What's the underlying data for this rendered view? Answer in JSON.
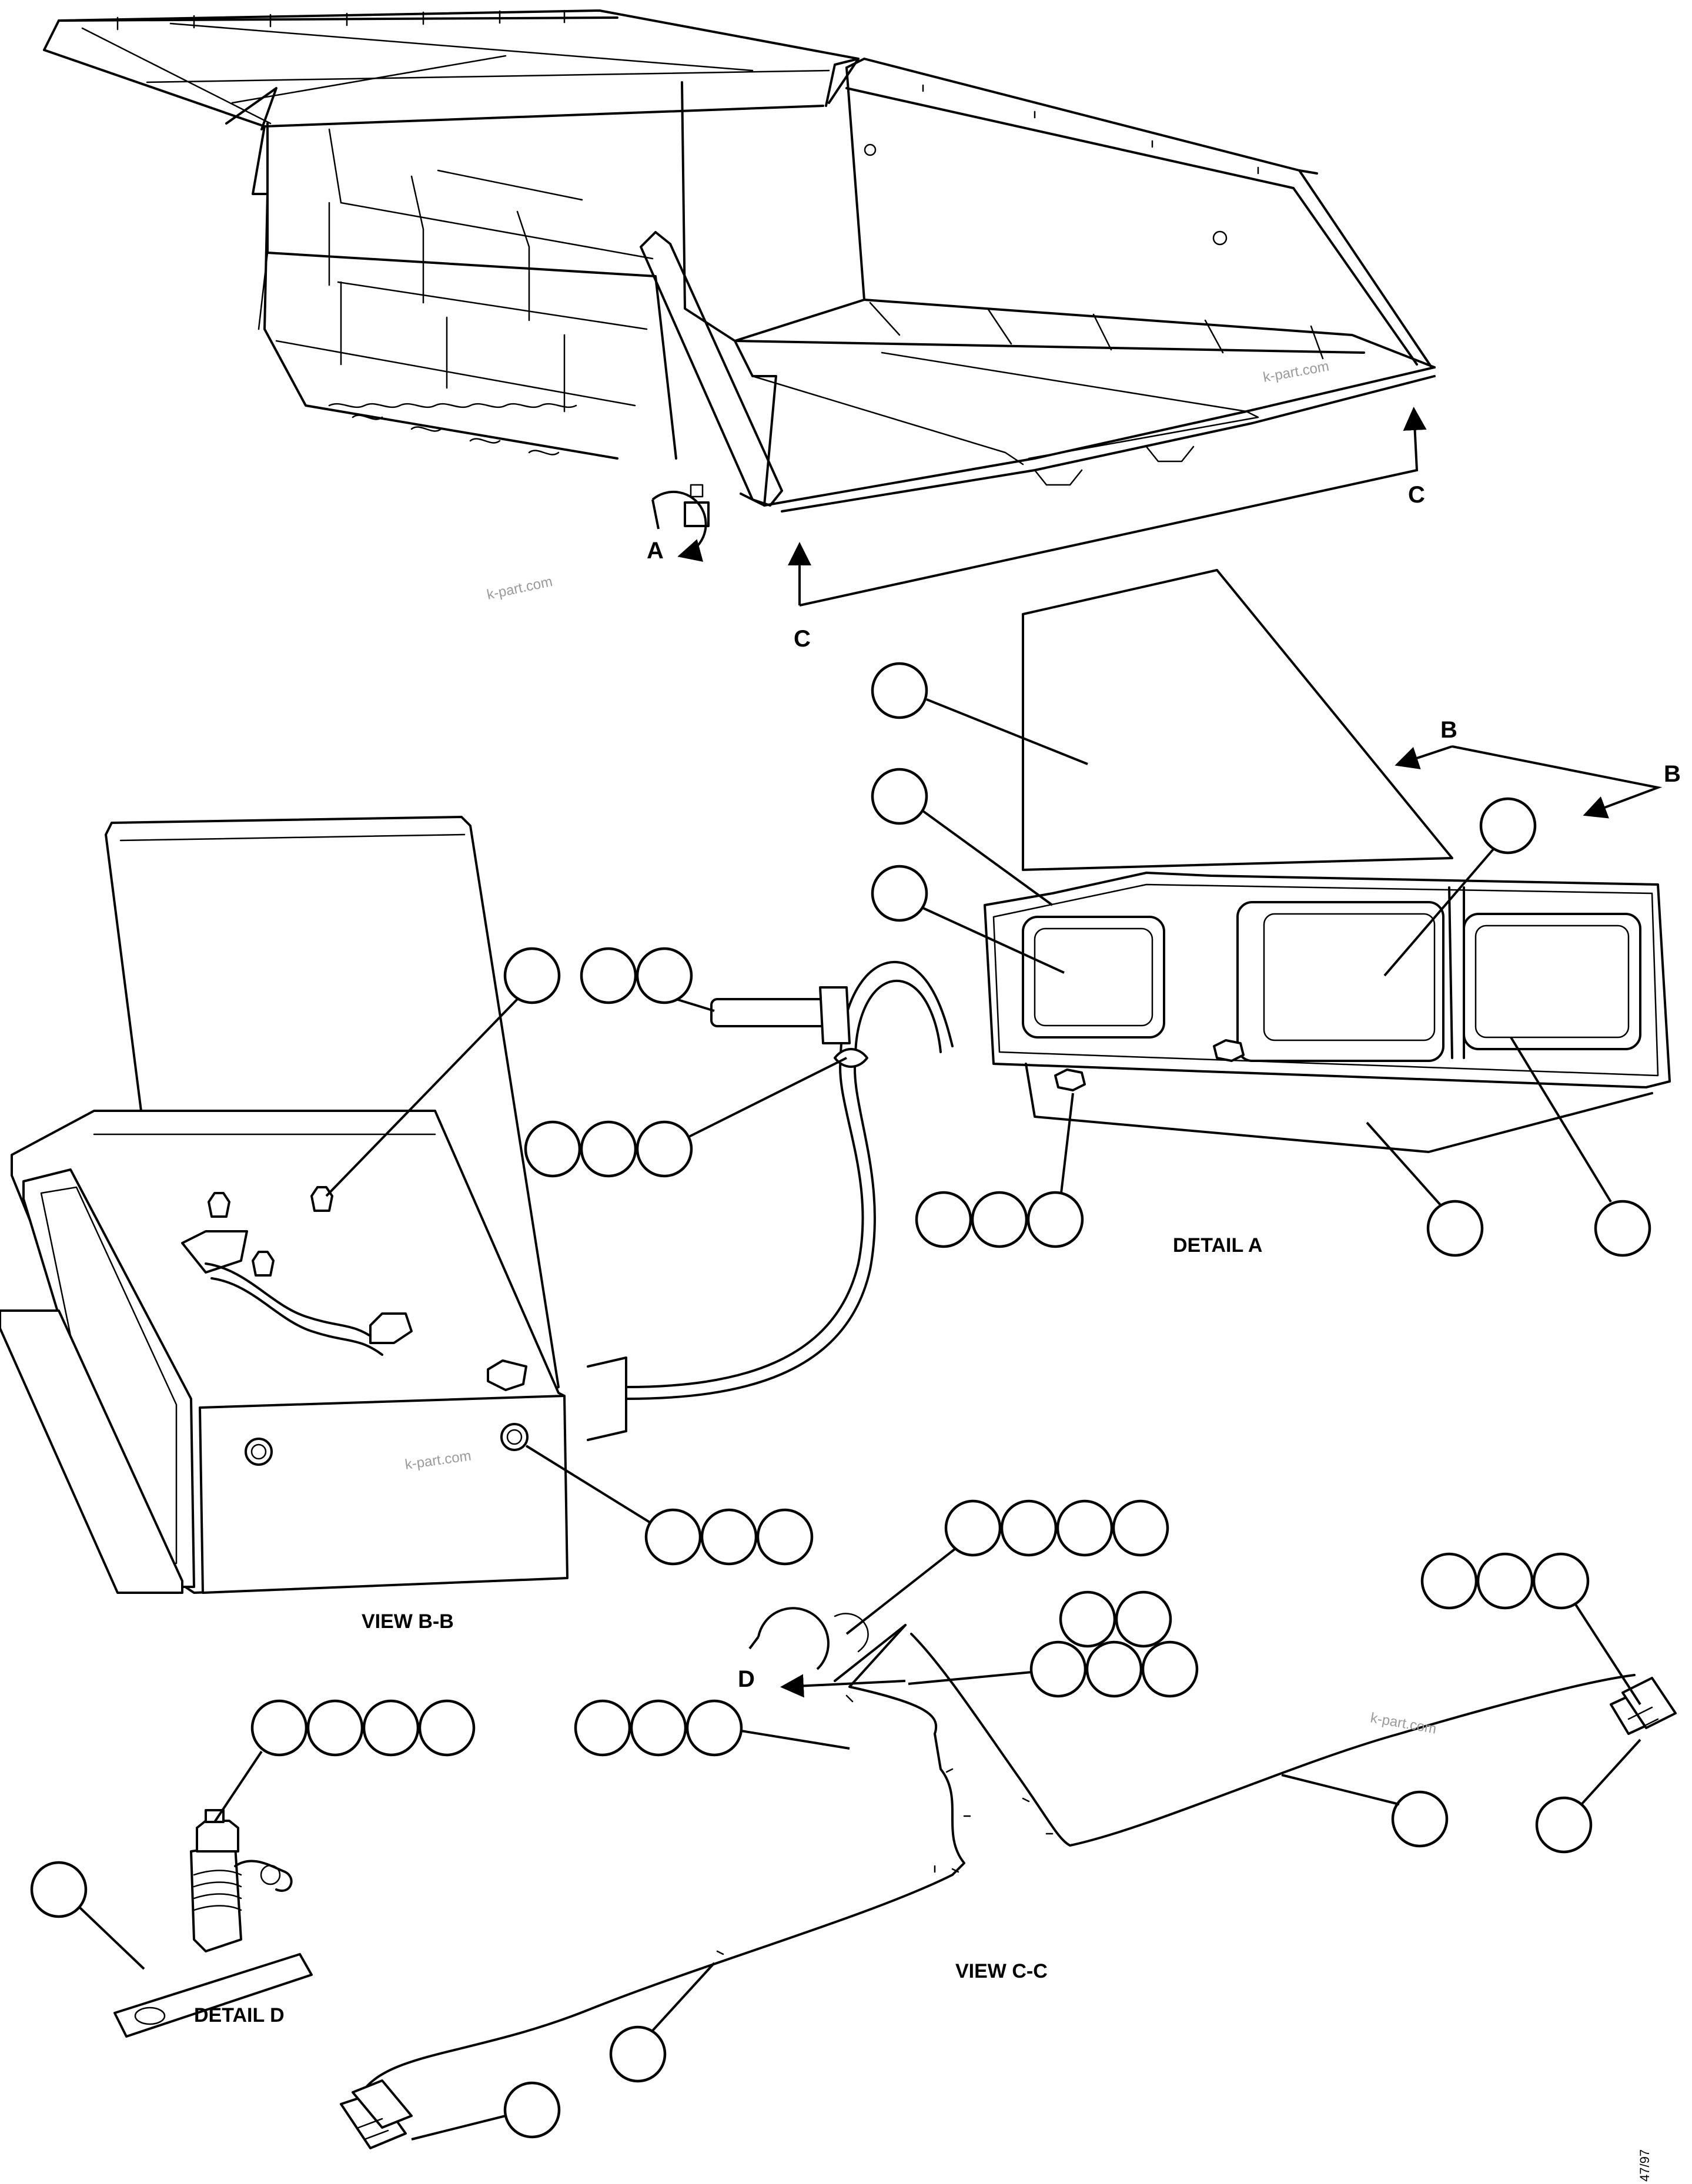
{
  "labels": {
    "view_a": "A",
    "view_b_left": "B",
    "view_b_right": "B",
    "view_c_left": "C",
    "view_c_right": "C",
    "view_d": "D"
  },
  "captions": {
    "detail_a": "DETAIL A",
    "view_bb": "VIEW B-B",
    "view_cc": "VIEW C-C",
    "detail_d": "DETAIL D"
  },
  "watermarks": [
    "k-part.com",
    "k-part.com",
    "k-part.com",
    "k-part.com"
  ],
  "drawing_number": "47/97"
}
